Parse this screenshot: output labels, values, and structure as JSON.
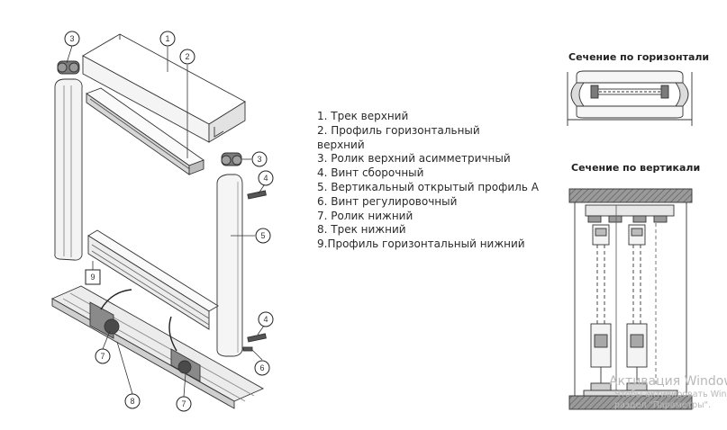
{
  "legend": [
    "1. Трек верхний",
    "2. Профиль горизонтальный",
    "верхний",
    "3. Ролик верхний асимметричный",
    "4. Винт сборочный",
    "5. Вертикальный открытый профиль А",
    "6. Винт регулировочный",
    "7. Ролик нижний",
    "8. Трек нижний",
    "9.Профиль горизонтальный нижний"
  ],
  "callouts": {
    "c1": "1",
    "c2": "2",
    "c3a": "3",
    "c3b": "3",
    "c4a": "4",
    "c4b": "4",
    "c5": "5",
    "c6": "6",
    "c7a": "7",
    "c7b": "7",
    "c8": "8",
    "c9": "9"
  },
  "sections": {
    "horizontal_title": "Сечение по горизонтали",
    "vertical_title": "Сечение по вертикали"
  },
  "watermark": {
    "line1": "Активация Windows",
    "line2": "Чтобы активировать Windows, перейдите в",
    "line3": "раздел \"Параметры\"."
  }
}
